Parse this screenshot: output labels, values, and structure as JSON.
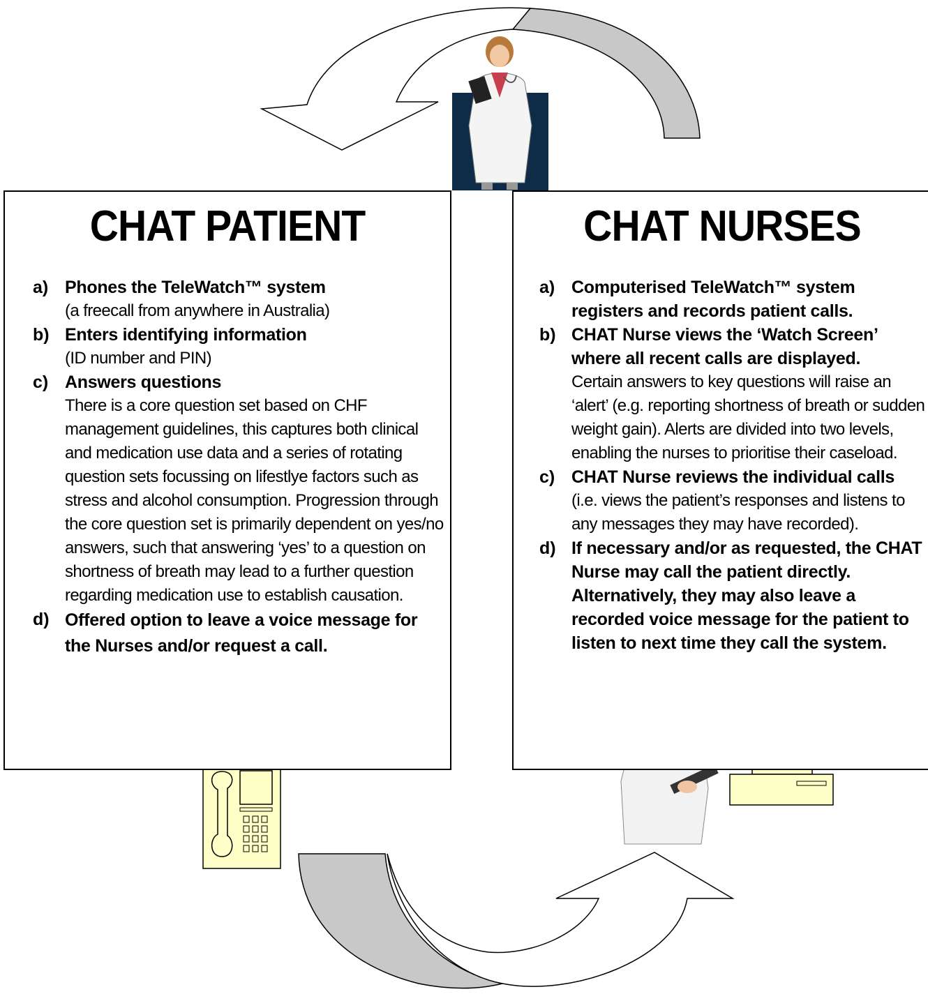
{
  "colors": {
    "arrow_gray": "#c8c8c8",
    "box_blue": "#0e2c48",
    "device_yellow": "#ffffc8"
  },
  "icons": [
    "doctor-icon",
    "telephone-icon",
    "nurse-icon",
    "computer-icon"
  ],
  "patient": {
    "title": "CHAT PATIENT",
    "steps": [
      {
        "letter": "a)",
        "head": "Phones the TeleWatch™ system",
        "detail": "(a freecall from anywhere in Australia)"
      },
      {
        "letter": "b)",
        "head": "Enters identifying information",
        "detail": "(ID number and PIN)"
      },
      {
        "letter": "c)",
        "head": "Answers questions",
        "detail": "There is a core question set based on CHF management guidelines, this captures both clinical and medication use data and a series of rotating question sets focussing on lifestlye factors such as stress and alcohol consumption. Progression through the core question set is primarily dependent on yes/no answers, such that answering ‘yes’ to a question on shortness of breath may lead to a further question regarding medication use to establish causation."
      },
      {
        "letter": "d)",
        "head": "Offered option to leave a voice message for the Nurses and/or request a call.",
        "detail": ""
      }
    ]
  },
  "nurses": {
    "title": "CHAT NURSES",
    "steps": [
      {
        "letter": "a)",
        "head": "Computerised TeleWatch™ system registers and records patient calls.",
        "detail": ""
      },
      {
        "letter": "b)",
        "head": "CHAT Nurse views the ‘Watch Screen’ where all recent calls are displayed.",
        "detail": "Certain answers to key questions will raise an ‘alert’ (e.g. reporting shortness of breath or sudden weight gain). Alerts are divided into two levels, enabling the nurses to prioritise their caseload."
      },
      {
        "letter": "c)",
        "head": "CHAT Nurse reviews the individual calls",
        "detail": "(i.e. views the patient’s responses and listens to any messages they may have recorded)."
      },
      {
        "letter": "d)",
        "head": "If necessary and/or as requested, the CHAT Nurse may call the patient directly. Alternatively, they may also leave a recorded voice message for the patient to listen to next time they call the system.",
        "detail": ""
      }
    ]
  }
}
